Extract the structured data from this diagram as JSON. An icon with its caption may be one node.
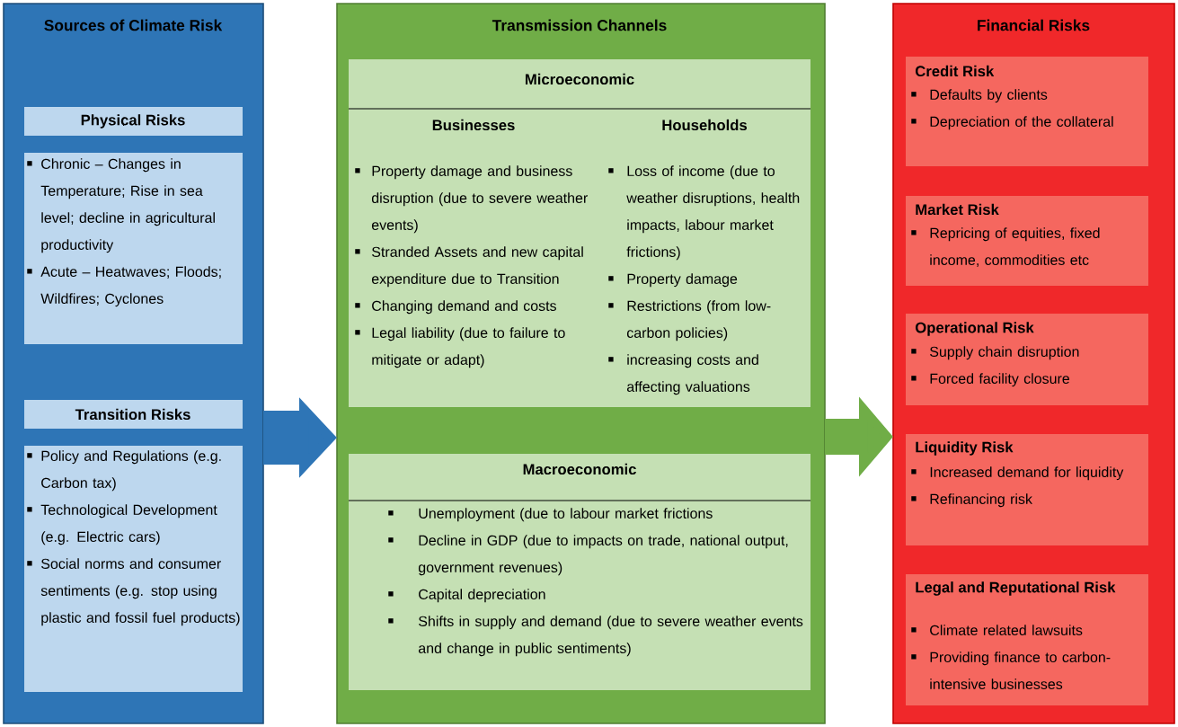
{
  "diagram": {
    "nodes": [
      {
        "text": [
          "Sources of Climate Risk"
        ]
      },
      {
        "text": [
          "Physical Risks"
        ],
        "in": 0
      },
      {
        "text": [
          "Chronic – Changes in Temperature; Rise in sea level; decline in agricultural productivity",
          "Acute – Heatwaves; Floods; Wildfires; Cyclones"
        ],
        "in": 0
      },
      {
        "text": [
          "Transition Risks"
        ],
        "in": 0
      },
      {
        "text": [
          "Policy and Regulations (e.g. Carbon tax)",
          "Technological Development (e.g. Electric cars)",
          "Social norms and consumer sentiments (e.g. stop using plastic and fossil fuel products)"
        ],
        "in": 0
      },
      {
        "text": [
          "Transmission Channels"
        ]
      },
      {
        "text": [
          "Microeconomic",
          "Businesses",
          "Property damage and business disruption (due to severe weather events)",
          "Stranded Assets and new capital expenditure due to Transition",
          "Changing demand and costs",
          "Legal liability (due to failure to mitigate or adapt)",
          "Households",
          "Loss of income (due to weather disruptions, health impacts, labour market frictions)",
          "Property damage",
          "Restrictions (from low-carbon policies)",
          "increasing costs and affecting valuations"
        ],
        "in": 5
      },
      {
        "text": [
          "Macroeconomic",
          "Unemployment (due to labour market frictions",
          "Decline in GDP (due to impacts on trade, national output, government revenues)",
          "Capital depreciation",
          "Shifts in supply and demand (due to severe weather events and change in public sentiments)"
        ],
        "in": 5
      },
      {
        "text": [
          "Financial Risks"
        ]
      },
      {
        "text": [
          "Credit Risk",
          "Defaults by clients",
          "Depreciation of the collateral"
        ],
        "in": 8
      },
      {
        "text": [
          "Market Risk",
          "Repricing of equities, fixed income, commodities etc"
        ],
        "in": 8
      },
      {
        "text": [
          "Operational Risk",
          "Supply chain disruption",
          "Forced facility closure"
        ],
        "in": 8
      },
      {
        "text": [
          "Liquidity Risk",
          "Increased demand for liquidity",
          "Refinancing risk"
        ],
        "in": 8
      },
      {
        "text": [
          "Legal and Reputational Risk",
          "Climate related lawsuits",
          "Providing finance to carbon-intensive businesses"
        ],
        "in": 8
      }
    ],
    "edges": [
      {
        "from": 0,
        "to": 5,
        "arrow": "to",
        "color": "#2e75b6"
      },
      {
        "from": 5,
        "to": 8,
        "arrow": "to",
        "color": "#70ad47"
      }
    ]
  }
}
